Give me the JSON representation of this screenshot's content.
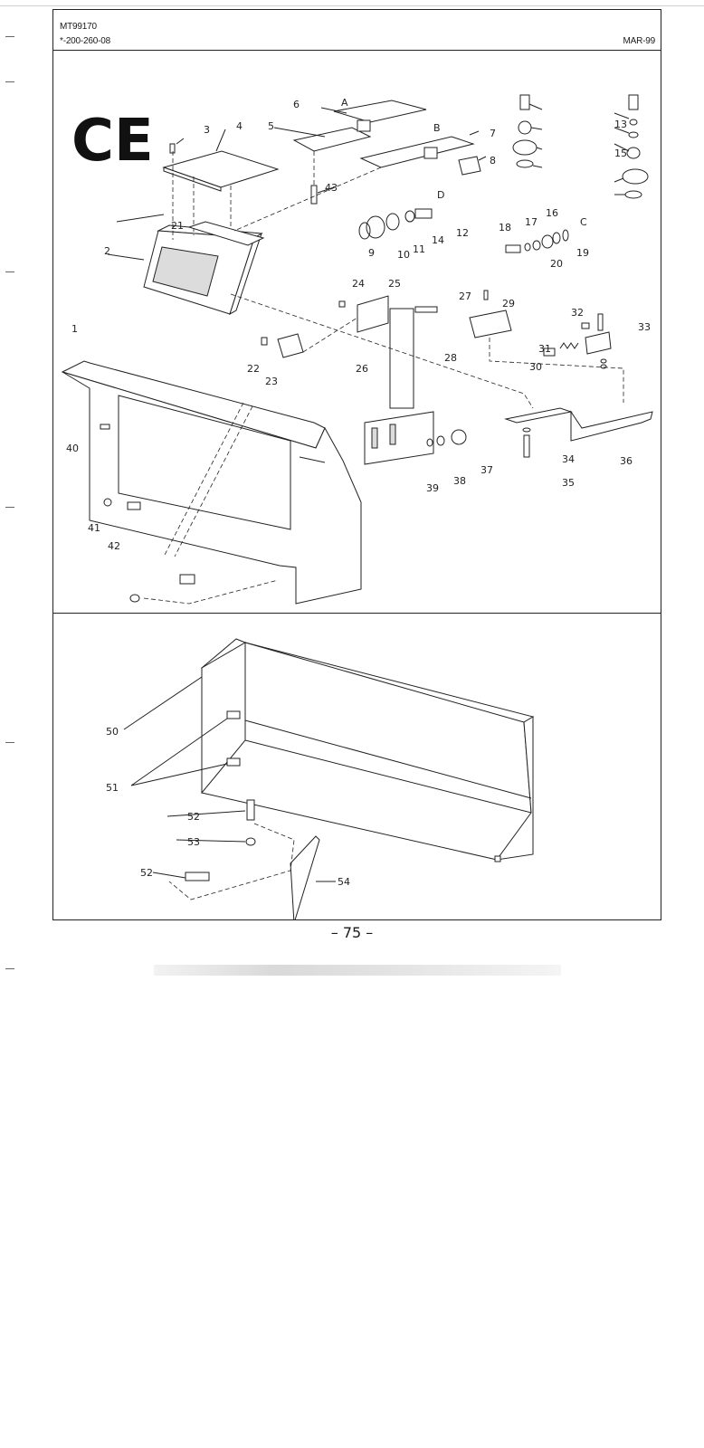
{
  "header": {
    "model": "MT99170",
    "drawing_number": "*-200-260-08",
    "date": "MAR-99"
  },
  "ce_mark": "CE",
  "page_number": "– 75 –",
  "view_labels": [
    "A",
    "B",
    "C",
    "D"
  ],
  "upper_callouts": [
    "1",
    "2",
    "3",
    "4",
    "5",
    "6",
    "7",
    "8",
    "9",
    "10",
    "11",
    "12",
    "13",
    "14",
    "15",
    "16",
    "17",
    "18",
    "19",
    "20",
    "21",
    "22",
    "23",
    "24",
    "25",
    "26",
    "27",
    "28",
    "29",
    "30",
    "31",
    "32",
    "33",
    "34",
    "35",
    "36",
    "37",
    "38",
    "39",
    "40",
    "41",
    "42",
    "43"
  ],
  "lower_callouts": [
    "50",
    "51",
    "52",
    "53",
    "54"
  ]
}
